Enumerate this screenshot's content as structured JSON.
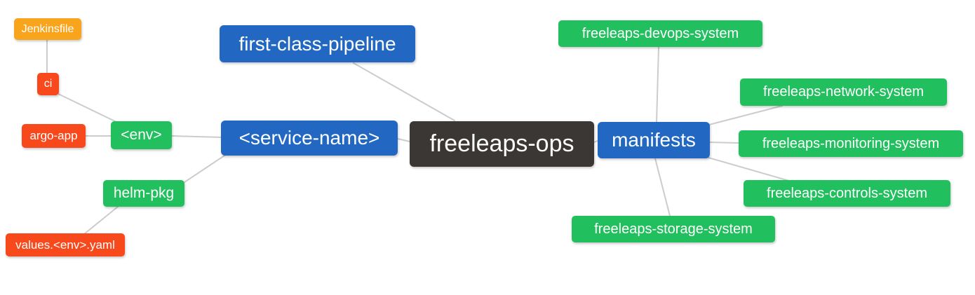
{
  "diagram": {
    "background": "#ffffff",
    "edge_color": "#cccccc",
    "node_text_color": "#ffffff",
    "palette": {
      "blue": "#2268C2",
      "green": "#22BF5E",
      "orange": "#F9A41D",
      "red": "#F8491D",
      "dark": "#3B3735"
    }
  },
  "nodes": {
    "jenkinsfile": {
      "label": "Jenkinsfile",
      "color": "orange"
    },
    "ci": {
      "label": "ci",
      "color": "red"
    },
    "argo_app": {
      "label": "argo-app",
      "color": "red"
    },
    "env": {
      "label": "<env>",
      "color": "green"
    },
    "helm_pkg": {
      "label": "helm-pkg",
      "color": "green"
    },
    "values_env_yaml": {
      "label": "values.<env>.yaml",
      "color": "red"
    },
    "first_class_pipeline": {
      "label": "first-class-pipeline",
      "color": "blue"
    },
    "service_name": {
      "label": "<service-name>",
      "color": "blue"
    },
    "freeleaps_ops": {
      "label": "freeleaps-ops",
      "color": "dark"
    },
    "manifests": {
      "label": "manifests",
      "color": "blue"
    },
    "devops_system": {
      "label": "freeleaps-devops-system",
      "color": "green"
    },
    "network_system": {
      "label": "freeleaps-network-system",
      "color": "green"
    },
    "monitoring_system": {
      "label": "freeleaps-monitoring-system",
      "color": "green"
    },
    "controls_system": {
      "label": "freeleaps-controls-system",
      "color": "green"
    },
    "storage_system": {
      "label": "freeleaps-storage-system",
      "color": "green"
    }
  }
}
